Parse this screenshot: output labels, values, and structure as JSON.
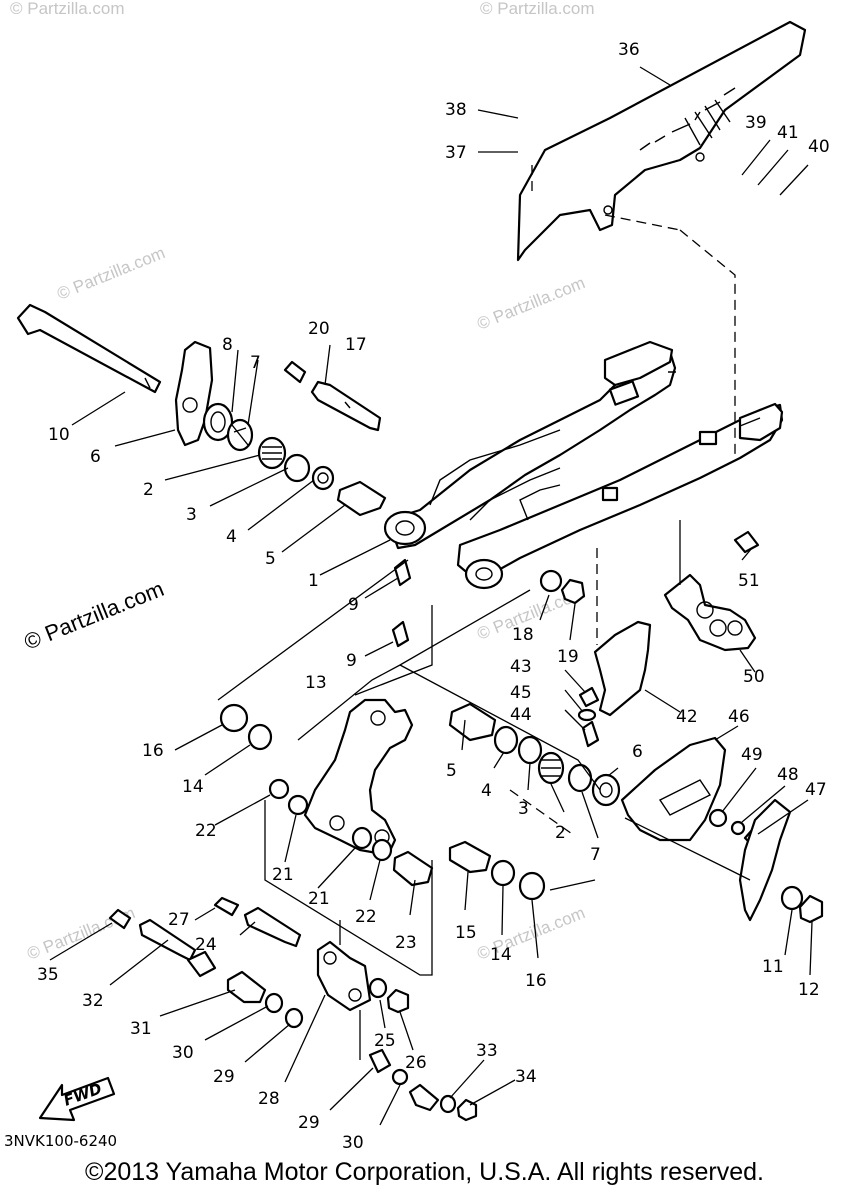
{
  "diagram": {
    "ref_code": "3NVK100-6240",
    "direction_label": "FWD",
    "watermark_main": "© Partzilla.com",
    "watermark_faint": "© Partzilla.com",
    "callouts": {
      "c1": "1",
      "c2a": "2",
      "c2b": "2",
      "c3a": "3",
      "c3b": "3",
      "c4a": "4",
      "c4b": "4",
      "c5a": "5",
      "c5b": "5",
      "c6a": "6",
      "c6b": "6",
      "c7a": "7",
      "c7b": "7",
      "c8": "8",
      "c9a": "9",
      "c9b": "9",
      "c10": "10",
      "c11": "11",
      "c12": "12",
      "c13": "13",
      "c14a": "14",
      "c14b": "14",
      "c15": "15",
      "c16a": "16",
      "c16b": "16",
      "c17": "17",
      "c18": "18",
      "c19": "19",
      "c20": "20",
      "c21a": "21",
      "c21b": "21",
      "c22a": "22",
      "c22b": "22",
      "c23": "23",
      "c24": "24",
      "c25": "25",
      "c26": "26",
      "c27": "27",
      "c28": "28",
      "c29a": "29",
      "c29b": "29",
      "c30a": "30",
      "c30b": "30",
      "c31": "31",
      "c32": "32",
      "c33": "33",
      "c34": "34",
      "c35": "35",
      "c36": "36",
      "c37": "37",
      "c38": "38",
      "c39": "39",
      "c40": "40",
      "c41": "41",
      "c42": "42",
      "c43": "43",
      "c44": "44",
      "c45": "45",
      "c46": "46",
      "c47": "47",
      "c48": "48",
      "c49": "49",
      "c50": "50",
      "c51": "51"
    }
  },
  "footer": {
    "copyright": "©2013 Yamaha Motor Corporation, U.S.A. All rights reserved."
  }
}
